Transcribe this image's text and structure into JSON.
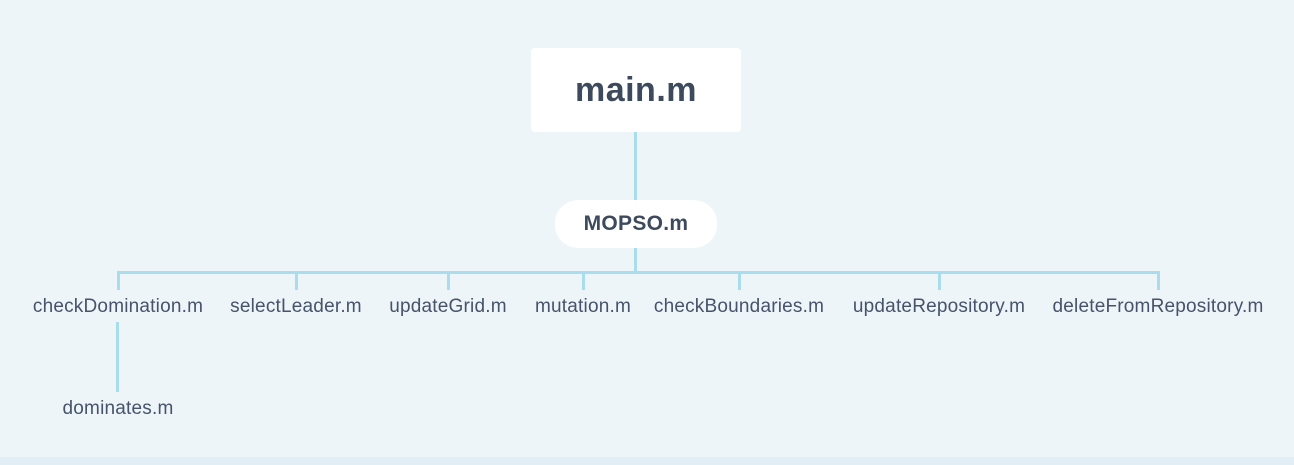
{
  "colors": {
    "background": "#edf5f9",
    "connector_line": "#a9dcec",
    "node_fill": "#ffffff",
    "title_text": "#3d4a5e",
    "label_text": "#46536a",
    "bottom_edge": "#e1eef5"
  },
  "tree": {
    "root": {
      "label": "main.m"
    },
    "hub": {
      "label": "MOPSO.m"
    },
    "children": [
      {
        "label": "checkDomination.m"
      },
      {
        "label": "selectLeader.m"
      },
      {
        "label": "updateGrid.m"
      },
      {
        "label": "mutation.m"
      },
      {
        "label": "checkBoundaries.m"
      },
      {
        "label": "updateRepository.m"
      },
      {
        "label": "deleteFromRepository.m"
      }
    ],
    "leaf": {
      "label": "dominates.m",
      "parent": "checkDomination.m"
    }
  }
}
